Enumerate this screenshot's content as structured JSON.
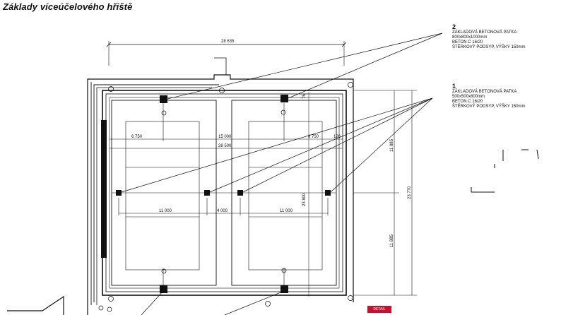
{
  "title": "Základy víceúčelového hřiště",
  "callouts": [
    {
      "number": "2",
      "lines": [
        "ZÁKLADOVÁ BETONOVÁ PATKA",
        "800x800x1000mm",
        "BETON C 16/20",
        "ŠTĚRKOVÝ PODSYP, VÝŠKY 150mm"
      ]
    },
    {
      "number": "1",
      "lines": [
        "ZÁKLADOVÁ BETONOVÁ PATKA",
        "500x500x800mm",
        "BETON C 16/20",
        "ŠTĚRKOVÝ PODSYP, VÝŠKY 150mm"
      ]
    }
  ],
  "dimensions": {
    "overall_top": "28 635",
    "left_half": "6 750",
    "center": "15 000",
    "right_half": "6 750",
    "inner_width": "28 500",
    "right_edge": "126",
    "post_span_left": "11 000",
    "gap": "4 000",
    "post_span_right": "11 000",
    "vertical_inner": "23 800",
    "vertical_overall": "23 770",
    "vertical_upper": "11 885",
    "vertical_lower": "11 885",
    "vertical_mark": "75"
  },
  "stamp": "DETAIL"
}
